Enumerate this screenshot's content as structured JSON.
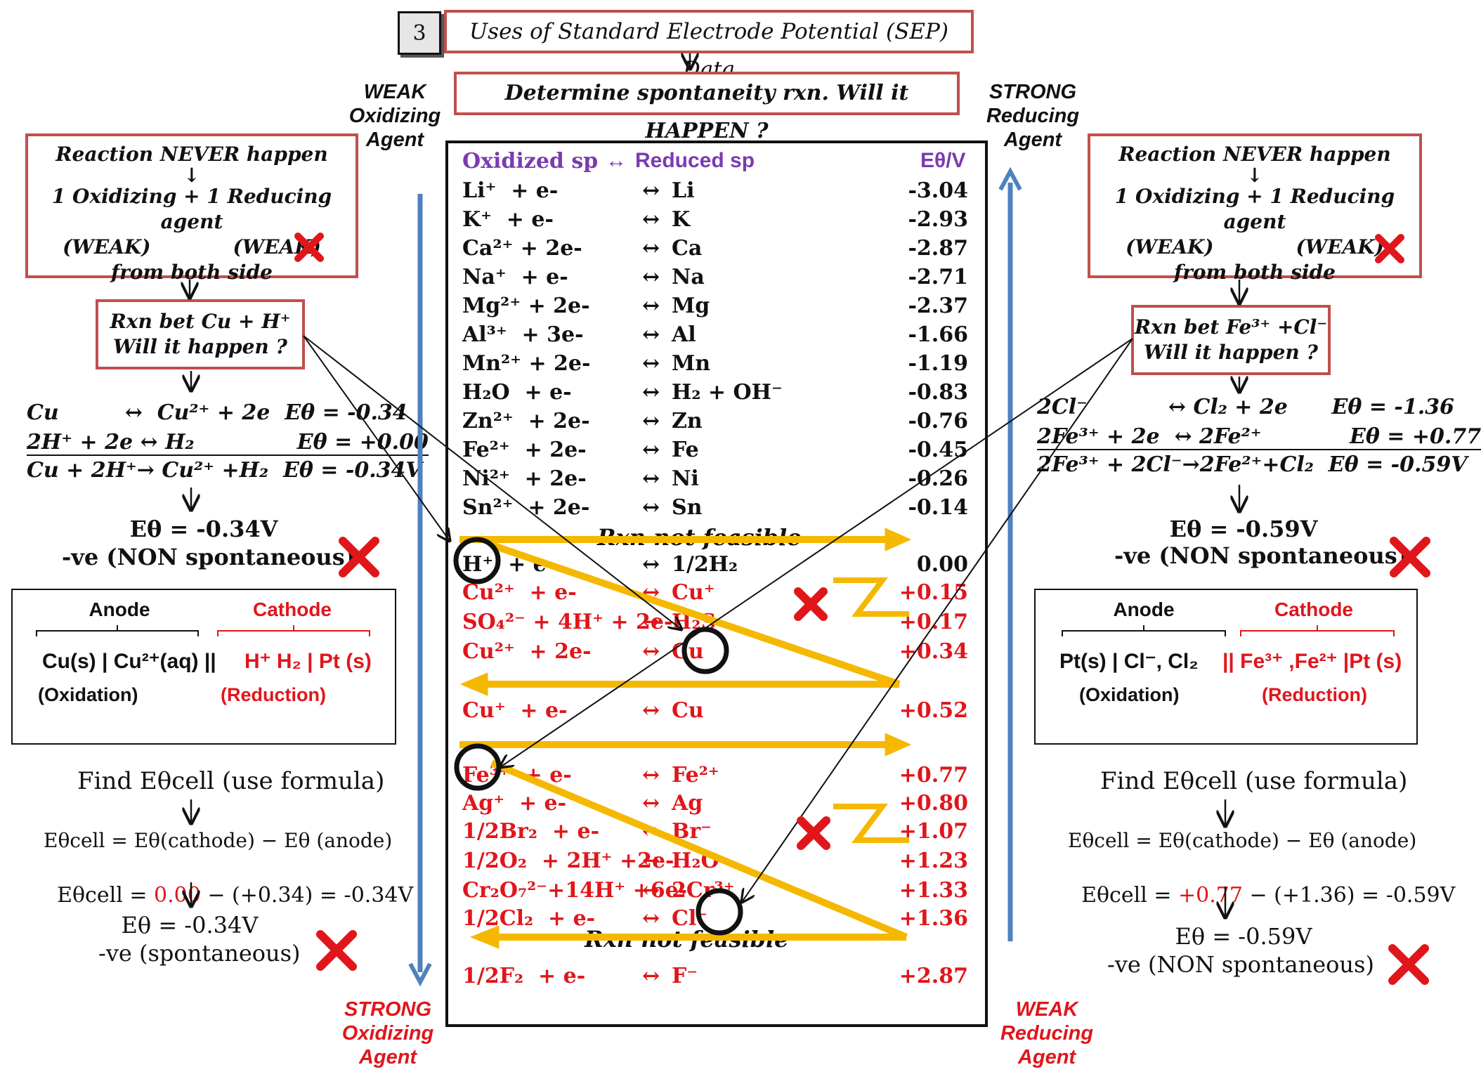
{
  "slide_number": "3",
  "header": {
    "title": "Uses of Standard Electrode Potential (SEP) Data",
    "subtitle": "Determine spontaneity rxn. Will it HAPPEN ?"
  },
  "axis_labels": {
    "weak_oxidizing": "WEAK Oxidizing Agent",
    "strong_oxidizing": "STRONG Oxidizing Agent",
    "strong_reducing": "STRONG Reducing Agent",
    "weak_reducing": "WEAK Reducing Agent"
  },
  "table": {
    "header_oxidized": "Oxidized sp",
    "header_arrow": "↔",
    "header_reduced": "Reduced sp",
    "header_e": "Eθ/V",
    "rows": [
      {
        "ox": "Li⁺  + e-",
        "red": "Li",
        "e": "-3.04",
        "color": "black"
      },
      {
        "ox": "K⁺  + e-",
        "red": "K",
        "e": "-2.93",
        "color": "black"
      },
      {
        "ox": "Ca²⁺ + 2e-",
        "red": "Ca",
        "e": "-2.87",
        "color": "black"
      },
      {
        "ox": "Na⁺  + e-",
        "red": "Na",
        "e": "-2.71",
        "color": "black"
      },
      {
        "ox": "Mg²⁺ + 2e-",
        "red": "Mg",
        "e": "-2.37",
        "color": "black"
      },
      {
        "ox": "Al³⁺  + 3e-",
        "red": "Al",
        "e": "-1.66",
        "color": "black"
      },
      {
        "ox": "Mn²⁺ + 2e-",
        "red": "Mn",
        "e": "-1.19",
        "color": "black"
      },
      {
        "ox": "H₂O  + e-",
        "red": "H₂ + OH⁻",
        "e": "-0.83",
        "color": "black"
      },
      {
        "ox": "Zn²⁺  + 2e-",
        "red": "Zn",
        "e": "-0.76",
        "color": "black"
      },
      {
        "ox": "Fe²⁺  + 2e-",
        "red": "Fe",
        "e": "-0.45",
        "color": "black"
      },
      {
        "ox": "Ni²⁺  + 2e-",
        "red": "Ni",
        "e": "-0.26",
        "color": "black"
      },
      {
        "ox": "Sn²⁺  + 2e-",
        "red": "Sn",
        "e": "-0.14",
        "color": "black"
      },
      {
        "ox": "H⁺  + e-",
        "red": "1/2H₂",
        "e": "0.00",
        "color": "black"
      },
      {
        "ox": "Cu²⁺  + e-",
        "red": "Cu⁺",
        "e": "+0.15",
        "color": "red"
      },
      {
        "ox": "SO₄²⁻ + 4H⁺ + 2e-",
        "red": "H₂S",
        "e": "+0.17",
        "color": "red"
      },
      {
        "ox": "Cu²⁺  + 2e-",
        "red": "Cu",
        "e": "+0.34",
        "color": "red"
      },
      {
        "ox": "Cu⁺  + e-",
        "red": "Cu",
        "e": "+0.52",
        "color": "red"
      },
      {
        "ox": "Fe³⁺  + e-",
        "red": "Fe²⁺",
        "e": "+0.77",
        "color": "red"
      },
      {
        "ox": "Ag⁺  + e-",
        "red": "Ag",
        "e": "+0.80",
        "color": "red"
      },
      {
        "ox": "1/2Br₂  + e-",
        "red": "Br⁻",
        "e": "+1.07",
        "color": "red"
      },
      {
        "ox": "1/2O₂  + 2H⁺ +2e-",
        "red": "H₂O",
        "e": "+1.23",
        "color": "red"
      },
      {
        "ox": "Cr₂O₇²⁻+14H⁺ +6e-",
        "red": "2Cr³⁺",
        "e": "+1.33",
        "color": "red"
      },
      {
        "ox": "1/2Cl₂  + e-",
        "red": "Cl⁻",
        "e": "+1.36",
        "color": "red"
      },
      {
        "ox": "1/2F₂  + e-",
        "red": "F⁻",
        "e": "+2.87",
        "color": "red"
      }
    ],
    "rxn_not_feasible": "Rxn not feasible"
  },
  "left": {
    "never_box": {
      "line1": "Reaction NEVER happen",
      "arrow": "↓",
      "line2": "1 Oxidizing + 1 Reducing agent",
      "line3": "(WEAK)            (WEAK)",
      "line4": "from both side"
    },
    "question_box": {
      "line1": "Rxn bet Cu + H⁺",
      "line2": "Will it happen ?"
    },
    "eq1": "Cu         ↔  Cu²⁺ + 2e  Eθ = -0.34",
    "eq2": "2H⁺ + 2e ↔ H₂              Eθ = +0.00",
    "eq3": "Cu + 2H⁺→ Cu²⁺ +H₂  Eθ = -0.34V",
    "result1": "Eθ = -0.34V",
    "result1b": "-ve (NON spontaneous)",
    "cell": {
      "anode": "Anode",
      "cathode": "Cathode",
      "anode_notation": "Cu(s) | Cu²⁺(aq) ||",
      "cathode_notation": "H⁺ H₂ | Pt (s)",
      "anode_role": "(Oxidation)",
      "cathode_role": "(Reduction)"
    },
    "formula_title": "Find Eθcell (use formula)",
    "formula1": "Eθcell = Eθ(cathode) − Eθ (anode)",
    "formula2_a": "Eθcell = ",
    "formula2_b": "0.00",
    "formula2_c": " − (+0.34) = -0.34V",
    "result2": "Eθ = -0.34V",
    "result2b": "-ve (spontaneous)"
  },
  "right": {
    "never_box": {
      "line1": "Reaction NEVER happen",
      "arrow": "↓",
      "line2": "1 Oxidizing + 1 Reducing agent",
      "line3": "(WEAK)            (WEAK)",
      "line4": "from both side"
    },
    "question_box": {
      "line1": "Rxn bet Fe³⁺ +Cl⁻",
      "line2": "Will it happen ?"
    },
    "eq1": "2Cl⁻           ↔ Cl₂ + 2e      Eθ = -1.36",
    "eq2": "2Fe³⁺ + 2e  ↔ 2Fe²⁺            Eθ = +0.77",
    "eq3": "2Fe³⁺ + 2Cl⁻→2Fe²⁺+Cl₂  Eθ = -0.59V",
    "result1": "Eθ = -0.59V",
    "result1b": "-ve (NON spontaneous)",
    "cell": {
      "anode": "Anode",
      "cathode": "Cathode",
      "anode_notation": "Pt(s) | Cl⁻, Cl₂",
      "cathode_notation": "|| Fe³⁺ ,Fe²⁺ |Pt (s)",
      "anode_role": "(Oxidation)",
      "cathode_role": "(Reduction)"
    },
    "formula_title": "Find Eθcell (use formula)",
    "formula1": "Eθcell = Eθ(cathode) − Eθ (anode)",
    "formula2_a": "Eθcell = ",
    "formula2_b": "+0.77",
    "formula2_c": " − (+1.36) = -0.59V",
    "result2": "Eθ = -0.59V",
    "result2b": "-ve (NON spontaneous)"
  },
  "colors": {
    "red": "#e0161b",
    "box_border": "#c0504d",
    "purple": "#7b3bb0",
    "yellow_arrow": "#f5b800",
    "blue_axis": "#4f81bd"
  }
}
